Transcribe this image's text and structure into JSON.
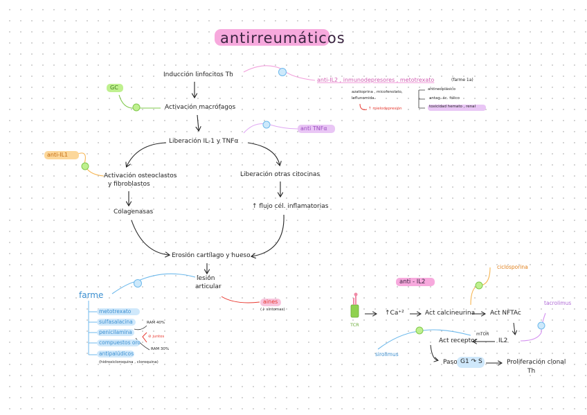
{
  "title": "antirreumáticos",
  "main_flow": {
    "induccion": "Inducción linfocitos Th",
    "activacion_macrofagos": "Activación macrófagos",
    "liberacion": "Liberación IL-1 y TNFα",
    "activacion_osteo_1": "Activación osteoclastos",
    "activacion_osteo_2": "y fibroblastos",
    "colagenasas": "Colagenasas",
    "liberacion_otras": "Liberación otras citocinas",
    "flujo": "↑ flujo cél. inflamatorias",
    "erosion": "Erosión cartílago y hueso",
    "lesion_1": "lesión",
    "lesion_2": "articular"
  },
  "labels": {
    "gc": "GC",
    "anti_il1": "anti-IL1",
    "anti_tnf": "anti TNFα",
    "anti_il2_group": "anti-IL2 , inmunodepresores , metotrexato",
    "farme_1a": "(farme 1a)",
    "drugs_1": "azatioprina , micofenolato,",
    "drugs_2": "leflunomida.",
    "mielo": "↑ mielodepresión",
    "antineoplasico": "antineoplásico",
    "antag_folico": "antag. ác. fólico",
    "toxicidad": "toxicidad hemato , renal",
    "aines": "aines",
    "aines_sub": "(↓ síntomas)"
  },
  "farme": {
    "title": "farme",
    "items": [
      "metotrexato",
      "sulfasalacina",
      "penicilamina",
      "compuestos oro",
      "antipalúdicos"
    ],
    "antipaludicos_note": "(hidroxicloroquina , cloroquina)",
    "ram1": "RAM 40%",
    "junto": "⊘ juntos",
    "ram2": "RAM 30%"
  },
  "il2_panel": {
    "title": "anti - IL2",
    "ciclosporina": "ciclosporina",
    "tacrolimus": "tacrolimus",
    "sirolimus": "sirolimus",
    "tcr": "TCR",
    "ca": "↑Ca⁺²",
    "calcineurina": "Act calcineurina",
    "nfatc": "Act NFTAc",
    "il2": "IL2",
    "receptor": "Act receptor",
    "mtor": "mTOR",
    "paso_prefix": "Paso",
    "paso_highlight": "G1 ↷ S",
    "proliferacion_1": "Proliferación clonal",
    "proliferacion_2": "Th"
  },
  "colors": {
    "title_hl": "#f7a9dd",
    "pink": "#f2a0dc",
    "pink_text": "#c04fa0",
    "green": "#8fd14f",
    "green_line": "#7fc84b",
    "orange": "#f6b44f",
    "orange_text": "#e07f1a",
    "blue": "#6db9ec",
    "blue_text": "#3b8fd0",
    "blue_hl": "#cfe8fb",
    "red": "#e8362d",
    "purple_hl": "#e9c6f5",
    "purple": "#d48ff0"
  }
}
